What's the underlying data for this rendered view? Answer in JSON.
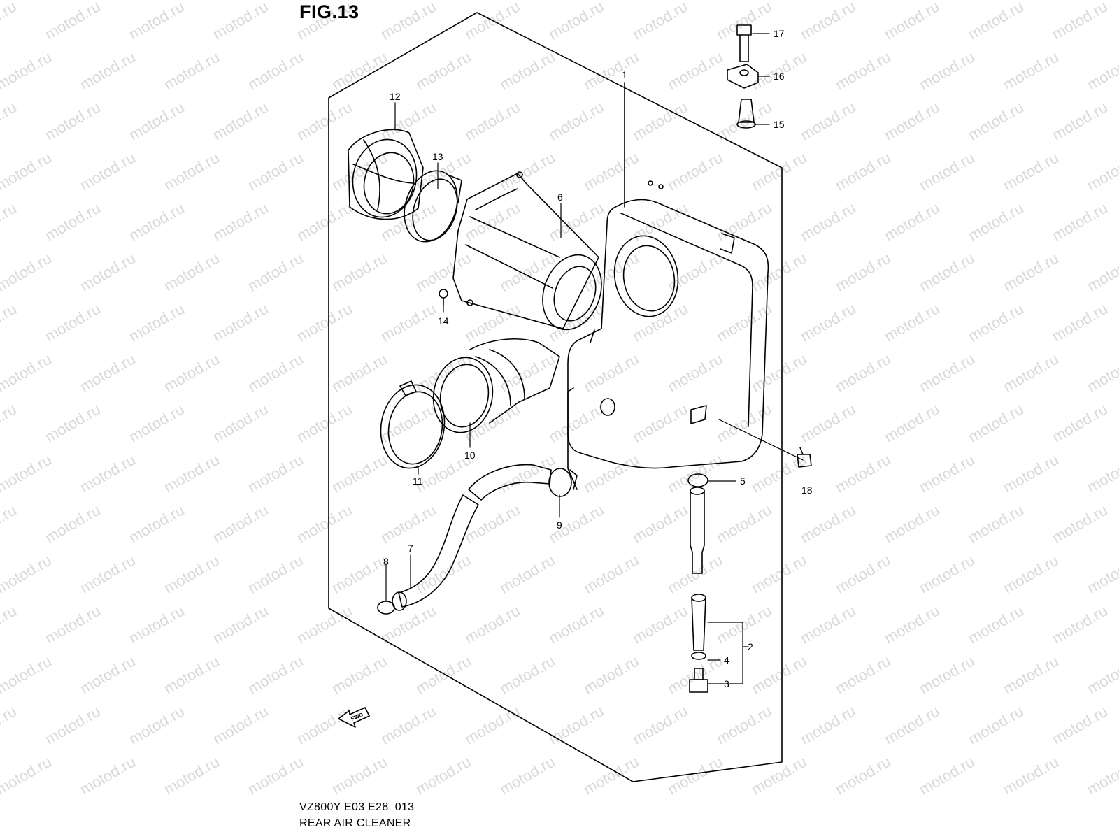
{
  "figure_title": "FIG.13",
  "watermark_text": "motod.ru",
  "callouts": [
    "1",
    "2",
    "3",
    "4",
    "5",
    "6",
    "7",
    "8",
    "9",
    "10",
    "11",
    "12",
    "13",
    "14",
    "15",
    "16",
    "17",
    "18"
  ],
  "fwd_label": "FWD",
  "footer": {
    "model_code": "VZ800Y E03 E28_013",
    "caption": "REAR AIR CLEANER"
  },
  "colors": {
    "line": "#000000",
    "watermark": "#d9d9d9",
    "background": "#ffffff"
  }
}
